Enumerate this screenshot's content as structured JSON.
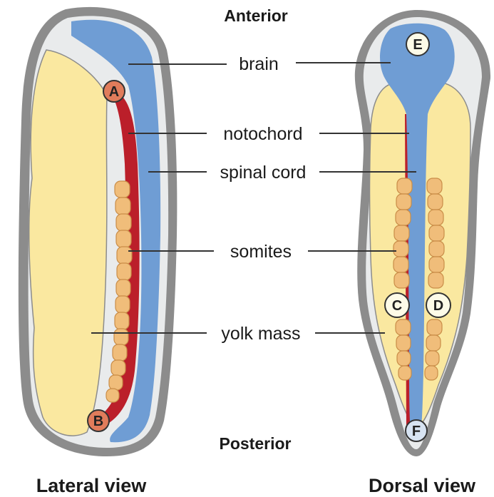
{
  "orientation": {
    "top": "Anterior",
    "bottom": "Posterior"
  },
  "labels": {
    "brain": "brain",
    "notochord": "notochord",
    "spinal_cord": "spinal cord",
    "somites": "somites",
    "yolk_mass": "yolk mass"
  },
  "views": {
    "lateral": "Lateral view",
    "dorsal": "Dorsal view"
  },
  "markers": {
    "a": "A",
    "b": "B",
    "c": "C",
    "d": "D",
    "e": "E",
    "f": "F"
  },
  "colors": {
    "outer": "#8c8c8c",
    "membrane": "#e9ebec",
    "yolk": "#fae8a0",
    "neural": "#6f9dd4",
    "notochord": "#bb1f2a",
    "somite": "#f0bd7a",
    "marker_ae": "#e07c5b",
    "marker_cdef": "#fdfbe8"
  }
}
